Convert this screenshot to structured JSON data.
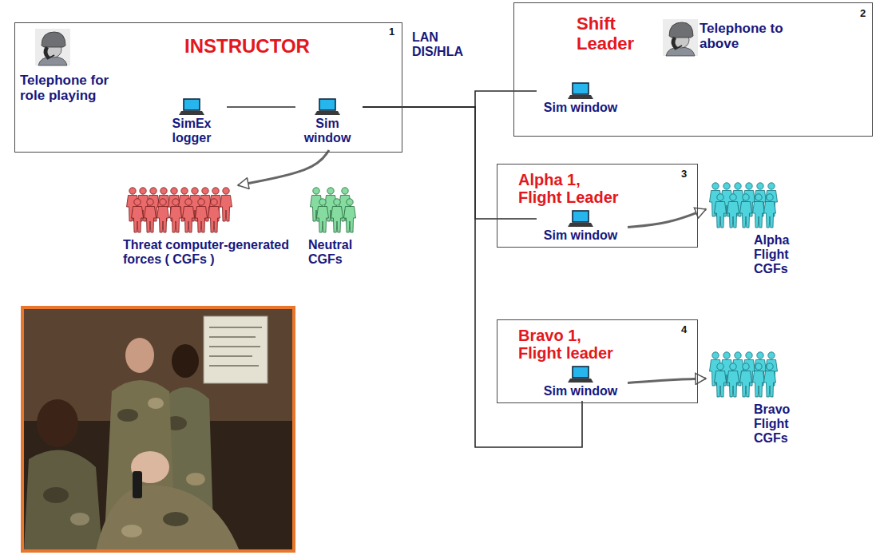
{
  "diagram": {
    "nodes": [
      {
        "text": [
          "INSTRUCTOR",
          "Telephone for role playing"
        ]
      },
      {
        "text": [
          "SimEx logger"
        ],
        "in": 0
      },
      {
        "text": [
          "Sim window"
        ],
        "in": 0
      },
      {
        "text": [
          "Shift Leader",
          "Telephone to above"
        ]
      },
      {
        "text": [
          "Sim window"
        ],
        "in": 3
      },
      {
        "text": [
          "Alpha 1, Flight Leader"
        ]
      },
      {
        "text": [
          "Sim window"
        ],
        "in": 5
      },
      {
        "text": [
          "Bravo 1, Flight leader"
        ]
      },
      {
        "text": [
          "Sim window"
        ],
        "in": 7
      },
      {
        "text": [
          "Threat computer-generated forces ( CGFs )"
        ]
      },
      {
        "text": [
          "Neutral CGFs"
        ]
      },
      {
        "text": [
          "Alpha Flight CGFs"
        ]
      },
      {
        "text": [
          "Bravo Flight CGFs"
        ]
      }
    ],
    "edges": [
      {
        "from": 1,
        "to": 2,
        "arrow": "none"
      },
      {
        "from": 2,
        "to": 4,
        "arrow": "none"
      },
      {
        "from": 2,
        "to": 6,
        "arrow": "none"
      },
      {
        "from": 2,
        "to": 8,
        "arrow": "none"
      },
      {
        "from": 2,
        "to": 9,
        "arrow": "to"
      },
      {
        "from": 6,
        "to": 11,
        "arrow": "to"
      },
      {
        "from": 8,
        "to": 12,
        "arrow": "to"
      }
    ],
    "labels": [
      "LAN DIS/HLA",
      "1",
      "2",
      "3",
      "4"
    ]
  }
}
